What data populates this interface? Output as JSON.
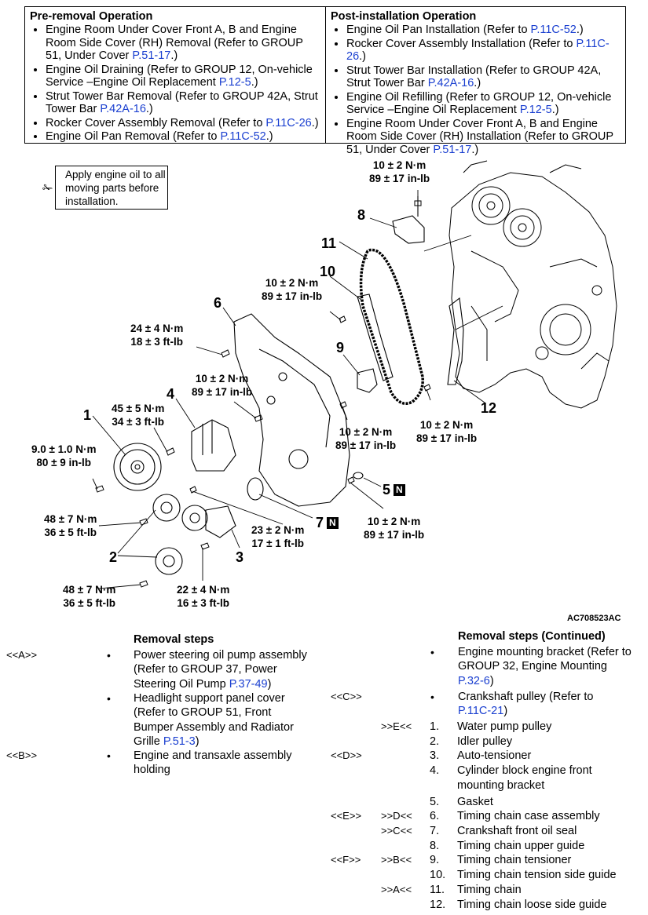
{
  "pre_removal": {
    "title": "Pre-removal Operation",
    "items": [
      {
        "pre": "Engine Room Under Cover Front A, B and Engine Room Side Cover (RH) Removal (Refer to GROUP 51, Under Cover ",
        "link": "P.51-17",
        "post": ".)"
      },
      {
        "pre": "Engine Oil Draining (Refer to GROUP 12, On-vehicle Service –Engine Oil Replacement ",
        "link": "P.12-5",
        "post": ".)"
      },
      {
        "pre": "Strut Tower Bar Removal (Refer to GROUP 42A, Strut Tower Bar ",
        "link": "P.42A-16",
        "post": ".)"
      },
      {
        "pre": "Rocker Cover Assembly Removal (Refer to ",
        "link": "P.11C-26",
        "post": ".)"
      },
      {
        "pre": "Engine Oil Pan Removal (Refer to ",
        "link": "P.11C-52",
        "post": ".)"
      }
    ]
  },
  "post_installation": {
    "title": "Post-installation Operation",
    "items": [
      {
        "pre": "Engine Oil Pan Installation (Refer to ",
        "link": "P.11C-52",
        "post": ".)"
      },
      {
        "pre": "Rocker Cover Assembly Installation (Refer to ",
        "link": "P.11C-26",
        "post": ".)"
      },
      {
        "pre": "Strut Tower Bar Installation (Refer to GROUP 42A, Strut Tower Bar ",
        "link": "P.42A-16",
        "post": ".)"
      },
      {
        "pre": "Engine Oil Refilling (Refer to GROUP 12, On-vehicle Service –Engine Oil Replacement ",
        "link": "P.12-5",
        "post": ".)"
      },
      {
        "pre": "Engine Room Under Cover Front A, B and Engine Room Side Cover (RH) Installation (Refer to GROUP 51, Under Cover ",
        "link": "P.51-17",
        "post": ".)"
      }
    ]
  },
  "diagram": {
    "note": "Apply engine oil to all moving parts before installation.",
    "figure_code": "AC708523AC",
    "torques": {
      "t_top": [
        "10 ± 2 N·m",
        "89 ± 17 in-lb"
      ],
      "t_10": [
        "10 ± 2 N·m",
        "89 ± 17 in-lb"
      ],
      "t_6": [
        "24 ± 4 N·m",
        "18 ± 3 ft-lb"
      ],
      "t_mid": [
        "10 ± 2 N·m",
        "89 ± 17 in-lb"
      ],
      "t_4": [
        "45 ± 5 N·m",
        "34 ± 3 ft-lb"
      ],
      "t_1": [
        "9.0 ± 1.0 N·m",
        "80 ± 9 in-lb"
      ],
      "t_9": [
        "10 ± 2 N·m",
        "89 ± 17 in-lb"
      ],
      "t_12": [
        "10 ± 2 N·m",
        "89 ± 17 in-lb"
      ],
      "t_2a": [
        "48 ± 7 N·m",
        "36 ± 5 ft-lb"
      ],
      "t_7": [
        "23 ± 2 N·m",
        "17 ± 1 ft-lb"
      ],
      "t_5": [
        "10 ± 2 N·m",
        "89 ± 17 in-lb"
      ],
      "t_2b": [
        "48 ± 7 N·m",
        "36 ± 5 ft-lb"
      ],
      "t_3": [
        "22 ± 4 N·m",
        "16 ± 3 ft-lb"
      ]
    },
    "callouts": [
      "1",
      "2",
      "3",
      "4",
      "5",
      "6",
      "7",
      "8",
      "9",
      "10",
      "11",
      "12"
    ],
    "new_mark": "N"
  },
  "removal_steps": {
    "title": "Removal steps",
    "items": [
      {
        "code": "<<A>>",
        "text": [
          "Power steering oil pump assembly",
          "(Refer to GROUP 37, Power",
          "Steering Oil Pump "
        ],
        "link": "P.37-49",
        "post": ")"
      },
      {
        "code": "",
        "text": [
          "Headlight support panel cover",
          "(Refer to GROUP 51, Front",
          "Bumper Assembly and Radiator",
          "Grille "
        ],
        "link": "P.51-3",
        "post": ")"
      },
      {
        "code": "<<B>>",
        "text": [
          "Engine and transaxle assembly",
          "holding"
        ],
        "link": "",
        "post": ""
      }
    ]
  },
  "removal_steps_cont": {
    "title": "Removal steps (Continued)",
    "bullets": [
      {
        "text": [
          "Engine mounting bracket (Refer to",
          "GROUP 32, Engine Mounting"
        ],
        "link": "P.32-6",
        "post": ")"
      },
      {
        "code": "<<C>>",
        "text": [
          "Crankshaft pulley (Refer to"
        ],
        "link": "P.11C-21",
        "post": ")"
      }
    ],
    "numbered": [
      {
        "rem": "",
        "inst": ">>E<<",
        "n": "1.",
        "label": "Water pump pulley"
      },
      {
        "rem": "",
        "inst": "",
        "n": "2.",
        "label": "Idler pulley"
      },
      {
        "rem": "<<D>>",
        "inst": "",
        "n": "3.",
        "label": "Auto-tensioner"
      },
      {
        "rem": "",
        "inst": "",
        "n": "4.",
        "label": "Cylinder block engine front",
        "label2": "mounting bracket"
      },
      {
        "rem": "",
        "inst": "",
        "n": "5.",
        "label": "Gasket"
      },
      {
        "rem": "<<E>>",
        "inst": ">>D<<",
        "n": "6.",
        "label": "Timing chain case assembly"
      },
      {
        "rem": "",
        "inst": ">>C<<",
        "n": "7.",
        "label": "Crankshaft front oil seal"
      },
      {
        "rem": "",
        "inst": "",
        "n": "8.",
        "label": "Timing chain upper guide"
      },
      {
        "rem": "<<F>>",
        "inst": ">>B<<",
        "n": "9.",
        "label": "Timing chain tensioner"
      },
      {
        "rem": "",
        "inst": "",
        "n": "10.",
        "label": "Timing chain tension side guide"
      },
      {
        "rem": "",
        "inst": ">>A<<",
        "n": "11.",
        "label": "Timing chain"
      },
      {
        "rem": "",
        "inst": "",
        "n": "12.",
        "label": "Timing chain loose side guide"
      }
    ]
  }
}
